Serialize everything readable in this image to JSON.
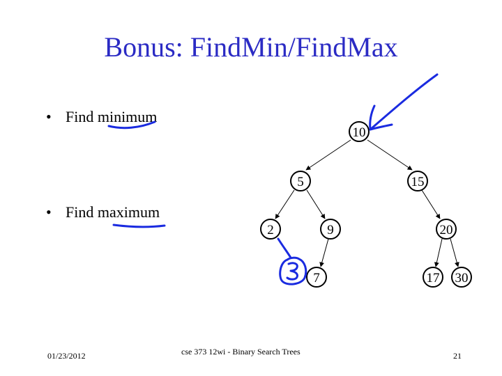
{
  "slide": {
    "title": "Bonus: FindMin/FindMax",
    "bullets": [
      {
        "marker": "•",
        "text": "Find minimum"
      },
      {
        "marker": "•",
        "text": "Find maximum"
      }
    ],
    "tree_nodes": [
      {
        "id": "n10",
        "value": "10"
      },
      {
        "id": "n5",
        "value": "5"
      },
      {
        "id": "n15",
        "value": "15"
      },
      {
        "id": "n2",
        "value": "2"
      },
      {
        "id": "n9",
        "value": "9"
      },
      {
        "id": "n20",
        "value": "20"
      },
      {
        "id": "n7",
        "value": "7"
      },
      {
        "id": "n17",
        "value": "17"
      },
      {
        "id": "n30",
        "value": "30"
      }
    ],
    "tree_edges": [
      [
        "n10",
        "n5"
      ],
      [
        "n10",
        "n15"
      ],
      [
        "n5",
        "n2"
      ],
      [
        "n5",
        "n9"
      ],
      [
        "n15",
        "n20"
      ],
      [
        "n9",
        "n7"
      ],
      [
        "n20",
        "n17"
      ],
      [
        "n20",
        "n30"
      ]
    ],
    "annotation": "3",
    "ink_color": "#1a2be0",
    "title_color": "#2b2bc4"
  },
  "footer": {
    "date": "01/23/2012",
    "course": "cse 373 12wi - Binary Search Trees",
    "page": "21"
  }
}
